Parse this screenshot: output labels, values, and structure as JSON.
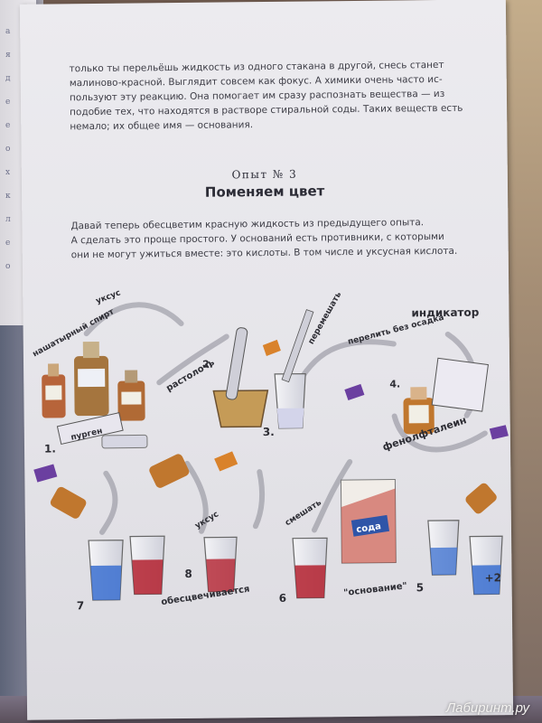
{
  "intro_lines": [
    "только ты перельёшь жидкость из одного стакана в другой, снесь станет",
    "малиново-красной. Выглядит совсем как фокус. А химики очень часто ис-",
    "пользуют эту реакцию. Она помогает им сразу распознать вещества — из",
    "подобие тех, что находятся в растворе стиральной соды. Таких веществ есть",
    "немало; их общее имя — основания."
  ],
  "experiment": {
    "label": "Опыт № 3",
    "title": "Поменяем цвет"
  },
  "body_lines": [
    "Давай теперь обесцветим красную жидкость из предыдущего опыта.",
    "А сделать это проще простого. У оснований есть противники, с которыми",
    "они не могут ужиться вместе: это кислоты. В том числе и уксусная кислота."
  ],
  "illustration": {
    "labels": {
      "pharmacy_alcohol": "нашатырный спирт",
      "vinegar_top": "уксус",
      "crush": "растолочь",
      "step_2": "2.",
      "stir": "перемешать",
      "decant": "перелить без осадка",
      "indicator": "индикатор",
      "step_4": "4.",
      "phenolphthalein": "фенолфталеин",
      "step_1": "1.",
      "step_3": "3.",
      "vinegar": "уксус",
      "mix": "смешать",
      "soda": "сода",
      "step_7": "7",
      "step_8": "8",
      "decolorize": "обесцвечивается",
      "step_6": "6",
      "base": "\"основание\"",
      "step_5": "5",
      "plus_two": "+2",
      "pill_box": "пурген"
    },
    "colors": {
      "blue_liquid": "#3a6fd0",
      "red_liquid": "#b3202e",
      "ink": "#2d2d34",
      "accent_purple": "#6b3fa0",
      "accent_orange": "#d9822b"
    }
  },
  "watermark": "Лабиринт.ру",
  "left_page_fragments": [
    "а",
    "я",
    "д",
    "е",
    "е",
    "о",
    "х",
    "к",
    "л",
    "е",
    "о"
  ]
}
